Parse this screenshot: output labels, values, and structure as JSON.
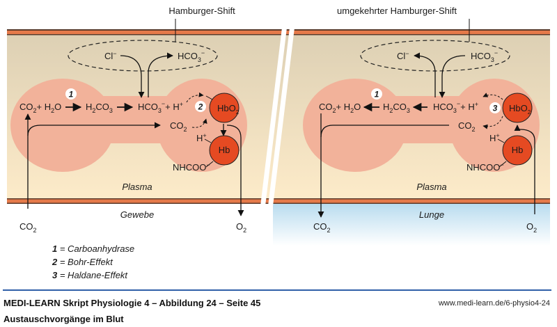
{
  "colors": {
    "membrane_orange": "#e57a4a",
    "membrane_dark": "#5a3a2a",
    "plasma_top": "#ddd0b4",
    "plasma_bottom": "#fdebc9",
    "erythrocyte": "#f2b29a",
    "hemoglobin": "#e54a22",
    "lung_blue": "#b9dcef",
    "footer_rule": "#2f5fa8"
  },
  "left_panel": {
    "shift_label": "Hamburger-Shift",
    "exchange": {
      "cl": "Cl",
      "cl_charge": "−",
      "hco3": "HCO",
      "hco3_sub": "3",
      "hco3_charge": "−"
    },
    "reaction": {
      "co2": "CO",
      "co2_sub": "2",
      "plus_h2o": "+ H",
      "h2o_sub": "2",
      "h2o_o": "O",
      "h2co3": "H",
      "h2co3_sub1": "2",
      "h2co3_mid": "CO",
      "h2co3_sub2": "3",
      "hco3": "HCO",
      "hco3_sub": "3",
      "hco3_charge": "−",
      "plus_h": "+ H",
      "h_charge": "+"
    },
    "enzyme_badge": "1",
    "effect_badge": "2",
    "co2_mid": "CO",
    "co2_mid_sub": "2",
    "hbo2": "HbO",
    "hbo2_sub": "2",
    "hb": "Hb",
    "h_plus": "H",
    "h_plus_charge": "+",
    "nhcoo": "NHCOO",
    "nhcoo_charge": "−",
    "plasma": "Plasma",
    "compartment": "Gewebe",
    "bottom_co2": "CO",
    "bottom_co2_sub": "2",
    "bottom_o2": "O",
    "bottom_o2_sub": "2"
  },
  "right_panel": {
    "shift_label": "umgekehrter Hamburger-Shift",
    "exchange": {
      "cl": "Cl",
      "cl_charge": "−",
      "hco3": "HCO",
      "hco3_sub": "3",
      "hco3_charge": "−"
    },
    "reaction": {
      "co2": "CO",
      "co2_sub": "2",
      "plus_h2o": "+ H",
      "h2o_sub": "2",
      "h2o_o": "O",
      "h2co3": "H",
      "h2co3_sub1": "2",
      "h2co3_mid": "CO",
      "h2co3_sub2": "3",
      "hco3": "HCO",
      "hco3_sub": "3",
      "hco3_charge": "−",
      "plus_h": "+ H",
      "h_charge": "+"
    },
    "enzyme_badge": "1",
    "effect_badge": "3",
    "co2_mid": "CO",
    "co2_mid_sub": "2",
    "hbo2": "HbO",
    "hbo2_sub": "2",
    "hb": "Hb",
    "h_plus": "H",
    "h_plus_charge": "+",
    "nhcoo": "NHCOO",
    "nhcoo_charge": "−",
    "plasma": "Plasma",
    "compartment": "Lunge",
    "bottom_co2": "CO",
    "bottom_co2_sub": "2",
    "bottom_o2": "O",
    "bottom_o2_sub": "2"
  },
  "legend": [
    {
      "num": "1",
      "text": " = Carboanhydrase"
    },
    {
      "num": "2",
      "text": " = Bohr-Effekt"
    },
    {
      "num": "3",
      "text": " = Haldane-Effekt"
    }
  ],
  "footer": {
    "title": "MEDI-LEARN Skript Physiologie 4 – Abbildung 24 – Seite 45",
    "subtitle": "Austauschvorgänge im Blut",
    "url": "www.medi-learn.de/6-physio4-24"
  }
}
